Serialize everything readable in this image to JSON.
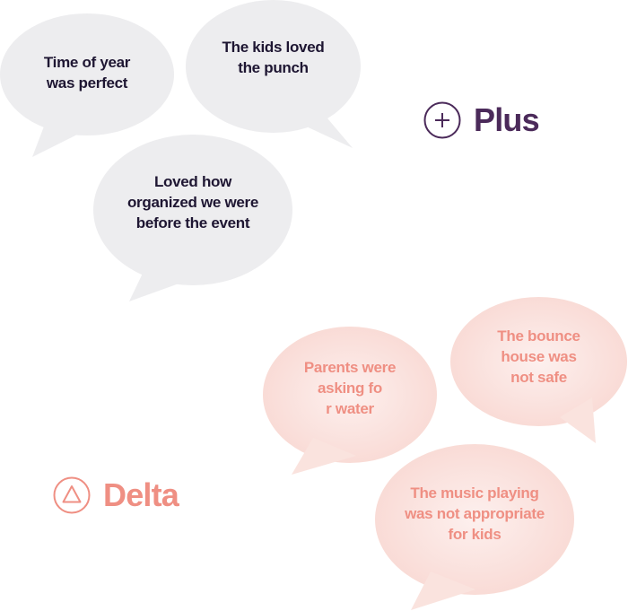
{
  "plus": {
    "label": "Plus",
    "color": "#4b2a5a",
    "icon": "plus-circle-icon",
    "items": [
      "Time of year was perfect",
      "The kids loved the punch",
      "Loved how organized we were before the event"
    ]
  },
  "delta": {
    "label": "Delta",
    "color": "#ef8f83",
    "icon": "triangle-circle-icon",
    "items": [
      "Parents were asking for water",
      "The bounce house was not safe",
      "The music playing was not appropriate for kids"
    ]
  },
  "colors": {
    "plus_bubble": "#ededef",
    "plus_text": "#1e1632",
    "delta_bubble_light": "#fdf0ee",
    "delta_bubble_dark": "#f8d5cf",
    "delta_text": "#ef8f83"
  }
}
